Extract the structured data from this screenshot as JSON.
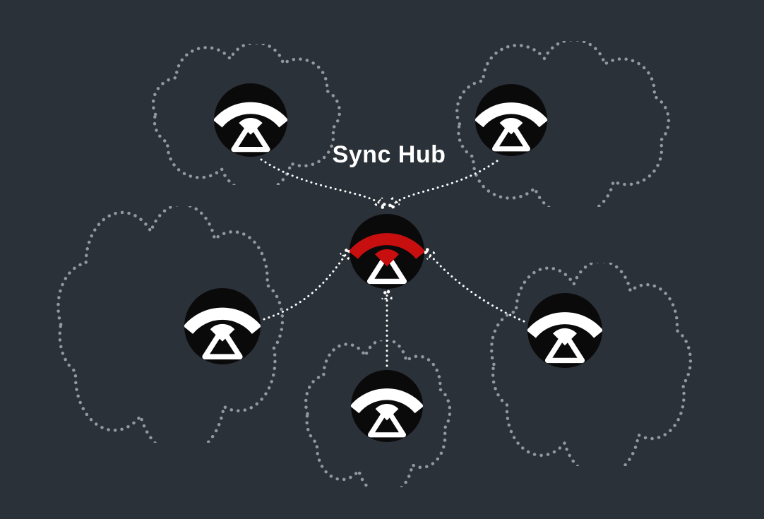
{
  "title": {
    "label": "Sync Hub"
  },
  "colors": {
    "background": "#2b3138",
    "cloud_outline": "#92989e",
    "arrow": "#ffffff",
    "node_fill": "#0a0a0b",
    "node_glyph": "#ffffff",
    "hub_accent": "#c80f0f",
    "title_text": "#ffffff"
  },
  "diagram": {
    "type": "hub-and-spoke",
    "hub": {
      "id": "sync-hub",
      "icon": "sync-hub-node-icon",
      "accent": "red"
    },
    "devices": [
      {
        "id": "device-top-left",
        "icon": "sync-device-node-icon"
      },
      {
        "id": "device-top-right",
        "icon": "sync-device-node-icon"
      },
      {
        "id": "device-mid-left",
        "icon": "sync-device-node-icon"
      },
      {
        "id": "device-mid-right",
        "icon": "sync-device-node-icon"
      },
      {
        "id": "device-bottom",
        "icon": "sync-device-node-icon"
      }
    ],
    "connections": [
      {
        "from": "device-top-left",
        "to": "sync-hub",
        "style": "dotted-arrow"
      },
      {
        "from": "device-top-right",
        "to": "sync-hub",
        "style": "dotted-arrow"
      },
      {
        "from": "device-mid-left",
        "to": "sync-hub",
        "style": "dotted-arrow"
      },
      {
        "from": "device-mid-right",
        "to": "sync-hub",
        "style": "dotted-arrow"
      },
      {
        "from": "device-bottom",
        "to": "sync-hub",
        "style": "dotted-arrow"
      }
    ]
  }
}
